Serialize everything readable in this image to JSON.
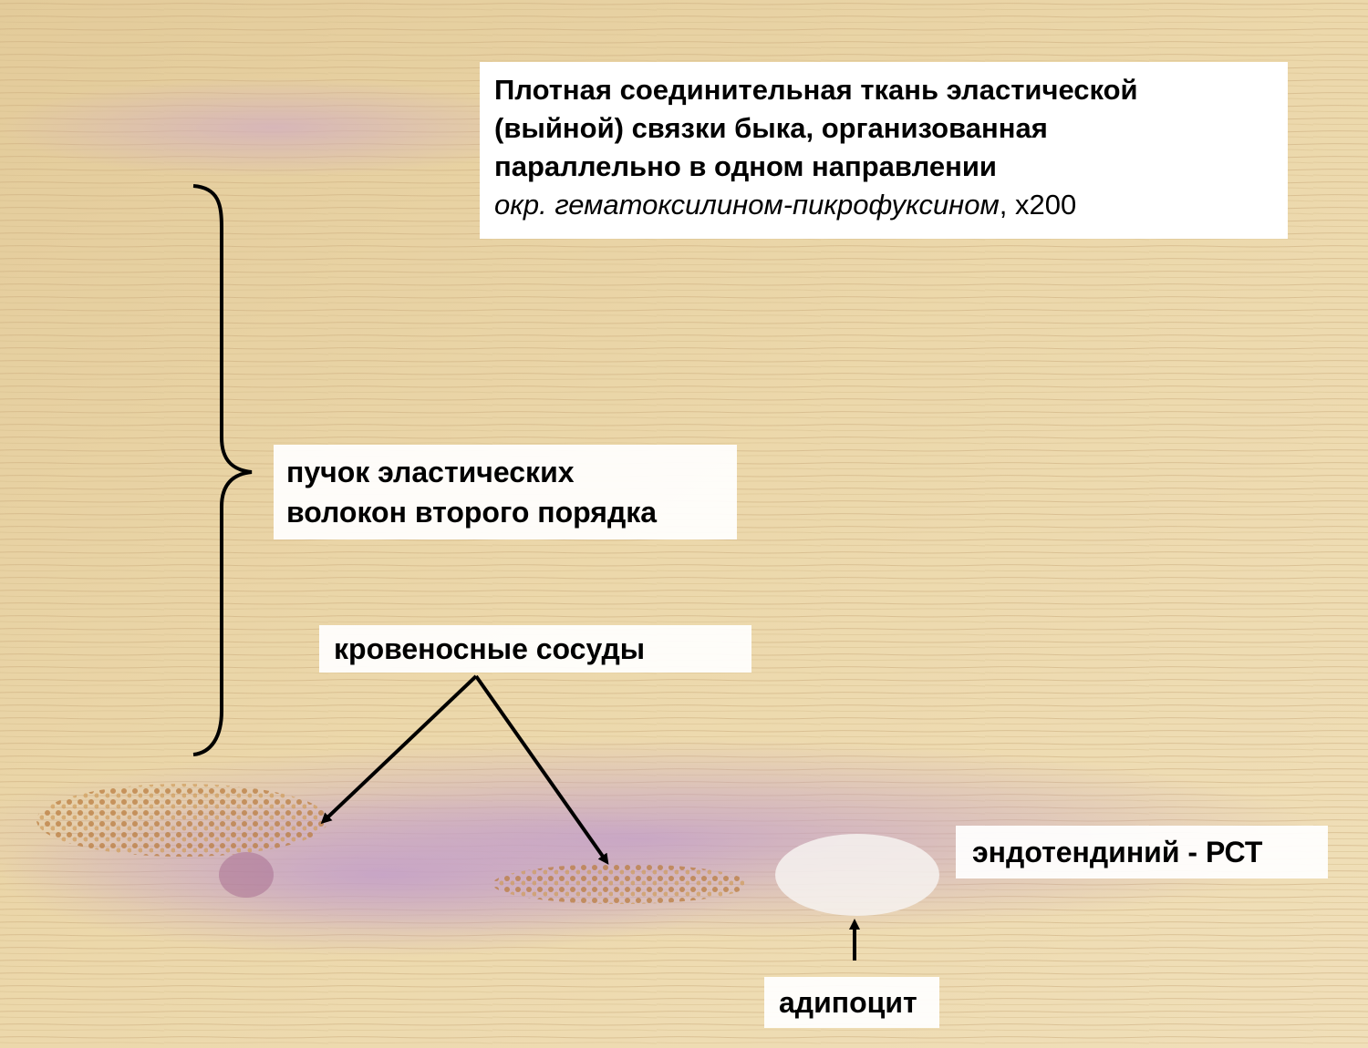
{
  "title": {
    "line1": "Плотная соединительная ткань эластической",
    "line2": "(выйной) связки быка, организованная",
    "line3": "параллельно в одном направлении",
    "stain_italic": "окр. гематоксилином-пикрофуксином",
    "magnification": ", х200"
  },
  "labels": {
    "bundle_line1": "пучок эластических",
    "bundle_line2": "волокон второго порядка",
    "vessels": "кровеносные сосуды",
    "endotendinium": "эндотендиний - РСТ",
    "adipocyte": "адипоцит"
  },
  "colors": {
    "tissue_base": "#e9d4a4",
    "tissue_light": "#f1e0b8",
    "connective_pink": "#c9a3b9",
    "blood_cells": "#c98f4a",
    "annotation": "#000000"
  }
}
